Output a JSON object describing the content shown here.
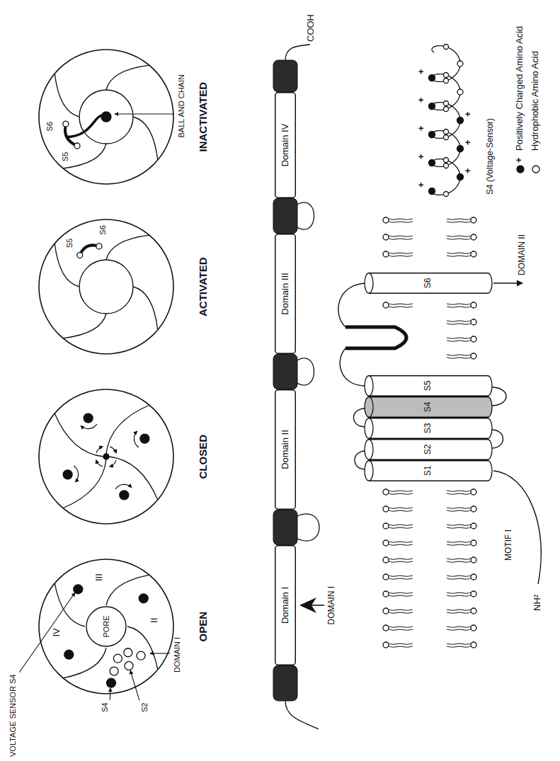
{
  "diagram": {
    "nodes": [
      {
        "text": [
          "PORE"
        ]
      },
      {
        "text": [
          "Domain I"
        ]
      },
      {
        "text": [
          "Domain II"
        ]
      },
      {
        "text": [
          "Domain III"
        ]
      },
      {
        "text": [
          "Domain IV"
        ]
      },
      {
        "text": [
          "S1"
        ]
      },
      {
        "text": [
          "S2"
        ]
      },
      {
        "text": [
          "S3"
        ]
      },
      {
        "text": [
          "S4"
        ]
      },
      {
        "text": [
          "S5"
        ]
      },
      {
        "text": [
          "S6"
        ]
      }
    ],
    "labels": [
      "NH²",
      "COOH",
      "MOTIF I",
      "DOMAIN I",
      "DOMAIN II",
      "S4 (Voltage-Sensor)",
      "+",
      "+",
      "+",
      "+",
      "+",
      "+",
      "+",
      "+",
      "+",
      "VOLTAGE SENSOR S4",
      "III",
      "II",
      "IV",
      "S4",
      "S2",
      "DOMAIN I",
      "OPEN",
      "CLOSED",
      "S5",
      "S6",
      "ACTIVATED",
      "S5",
      "S6",
      "BALL AND CHAIN",
      "INACTIVATED"
    ],
    "legend": [
      {
        "text": "Positively Charged Amino Acid"
      },
      {
        "text": "Hydrophobic Amino Acid"
      }
    ]
  }
}
